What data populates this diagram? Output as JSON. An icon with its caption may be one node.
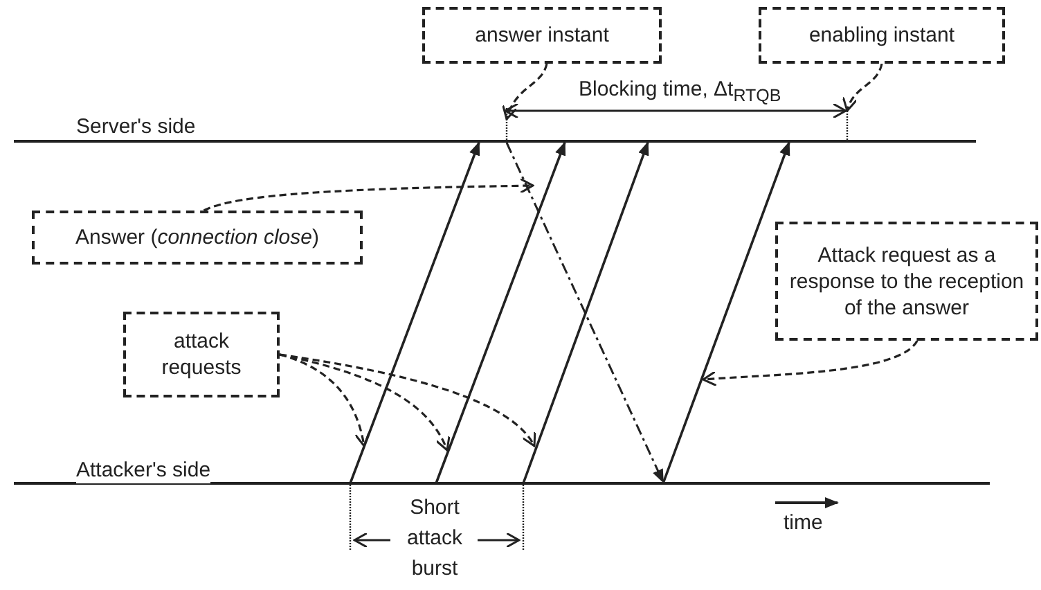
{
  "diagram": {
    "nodes": [
      {
        "text": [
          "answer instant"
        ]
      },
      {
        "text": [
          "enabling instant"
        ]
      },
      {
        "text": [
          "Answer (*connection close*)"
        ]
      },
      {
        "text": [
          "attack requests"
        ]
      },
      {
        "text": [
          "Attack request as a response to the reception of the answer"
        ]
      }
    ],
    "edges": [
      {
        "from": 0,
        "to": null,
        "arrow": "to",
        "style": "dashed"
      },
      {
        "from": 1,
        "to": null,
        "arrow": "to",
        "style": "dashed"
      },
      {
        "from": 2,
        "to": null,
        "arrow": "to",
        "style": "dashed"
      },
      {
        "from": 3,
        "to": null,
        "arrow": "to",
        "style": "dashed"
      },
      {
        "from": 3,
        "to": null,
        "arrow": "to",
        "style": "dashed"
      },
      {
        "from": 3,
        "to": null,
        "arrow": "to",
        "style": "dashed"
      },
      {
        "from": 4,
        "to": null,
        "arrow": "to",
        "style": "dashed"
      }
    ],
    "labels": [
      "Blocking time, Δt$_{RTQB}$",
      "Server's side",
      "Attacker's side",
      "Short attack burst",
      "time"
    ]
  }
}
